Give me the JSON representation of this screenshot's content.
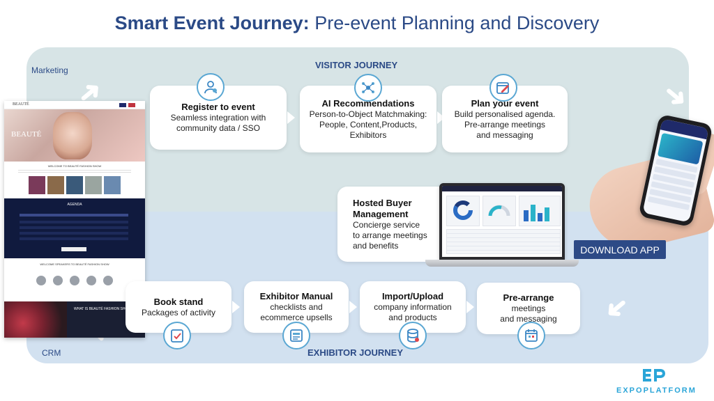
{
  "title": {
    "bold": "Smart Event Journey:",
    "rest": " Pre-event Planning and Discovery"
  },
  "bands": {
    "marketing": "Marketing",
    "visitor": "VISITOR JOURNEY",
    "crm": "CRM",
    "exhibitor": "EXHIBITOR JOURNEY"
  },
  "visitor_steps": [
    {
      "title": "Register to event",
      "desc1": "Seamless integration with",
      "desc2": "community data / SSO",
      "icon": "user-check-icon"
    },
    {
      "title": "AI Recommendations",
      "desc1": "Person-to-Object Matchmaking:",
      "desc2": "People, Content,Products,",
      "desc3": "Exhibitors",
      "icon": "network-icon"
    },
    {
      "title": "Plan your event",
      "desc1": "Build personalised agenda.",
      "desc2": "Pre-arrange meetings",
      "desc3": "and  messaging",
      "icon": "calendar-edit-icon"
    }
  ],
  "hosted_buyer": {
    "title1": "Hosted Buyer",
    "title2": "Management",
    "desc1": "Concierge service",
    "desc2": "to arrange meetings",
    "desc3": "and benefits"
  },
  "exhibitor_steps": [
    {
      "title": "Book stand",
      "desc1": "Packages of activity",
      "icon": "checklist-icon"
    },
    {
      "title": "Exhibitor Manual",
      "desc1": "checklists and",
      "desc2": "ecommerce upsells",
      "icon": "document-icon"
    },
    {
      "title": "Import/Upload",
      "desc1": "company information",
      "desc2": "and products",
      "icon": "database-icon"
    },
    {
      "title": "Pre-arrange",
      "desc1": "meetings",
      "desc2": "and messaging",
      "icon": "calendar-icon"
    }
  ],
  "download_label": "DOWNLOAD APP",
  "brand": "EXPOPLATFORM",
  "website": {
    "logo": "BEAUTÉ",
    "hero_brand": "BEAUTÉ",
    "welcome": "WELCOME TO BEAUTÉ FASHION SHOW",
    "agenda": "AGENDA",
    "speakers": "WELCOME SPEAKERS TO BEAUTÉ FASHION SHOW",
    "footer": "WHAT IS BEAUTÉ FASHION SHOW?"
  },
  "colors": {
    "title": "#2b4a86",
    "band_top": "#d7e4e6",
    "band_bottom": "#d2e1f0",
    "accent": "#5aa7d3",
    "button": "#2d4a86",
    "brand": "#2aa5d8"
  }
}
